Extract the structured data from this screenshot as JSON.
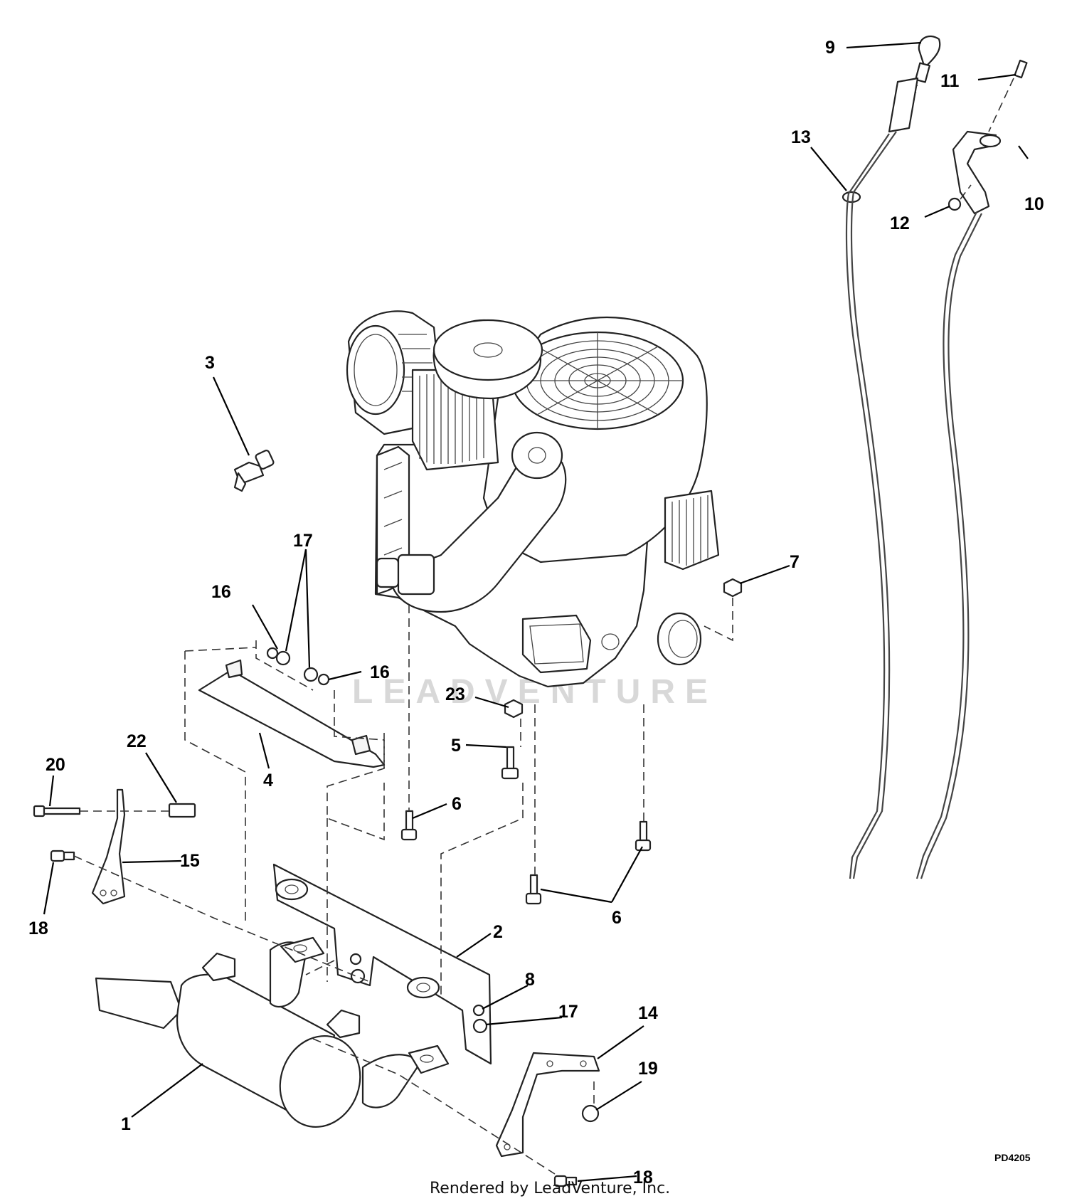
{
  "diagram": {
    "callouts": [
      {
        "id": "c1",
        "label": "1"
      },
      {
        "id": "c2",
        "label": "2"
      },
      {
        "id": "c3",
        "label": "3"
      },
      {
        "id": "c4",
        "label": "4"
      },
      {
        "id": "c5",
        "label": "5"
      },
      {
        "id": "c6a",
        "label": "6"
      },
      {
        "id": "c6b",
        "label": "6"
      },
      {
        "id": "c7",
        "label": "7"
      },
      {
        "id": "c8",
        "label": "8"
      },
      {
        "id": "c9",
        "label": "9"
      },
      {
        "id": "c10",
        "label": "10"
      },
      {
        "id": "c11",
        "label": "11"
      },
      {
        "id": "c12",
        "label": "12"
      },
      {
        "id": "c13",
        "label": "13"
      },
      {
        "id": "c14",
        "label": "14"
      },
      {
        "id": "c15",
        "label": "15"
      },
      {
        "id": "c16a",
        "label": "16"
      },
      {
        "id": "c16b",
        "label": "16"
      },
      {
        "id": "c17a",
        "label": "17"
      },
      {
        "id": "c17b",
        "label": "17"
      },
      {
        "id": "c18a",
        "label": "18"
      },
      {
        "id": "c18b",
        "label": "18"
      },
      {
        "id": "c19",
        "label": "19"
      },
      {
        "id": "c20",
        "label": "20"
      },
      {
        "id": "c22",
        "label": "22"
      },
      {
        "id": "c23",
        "label": "23"
      }
    ],
    "drawing_code": "PD4205",
    "credit": "Rendered by LeadVenture, Inc.",
    "watermark": "LEADVENTURE"
  }
}
